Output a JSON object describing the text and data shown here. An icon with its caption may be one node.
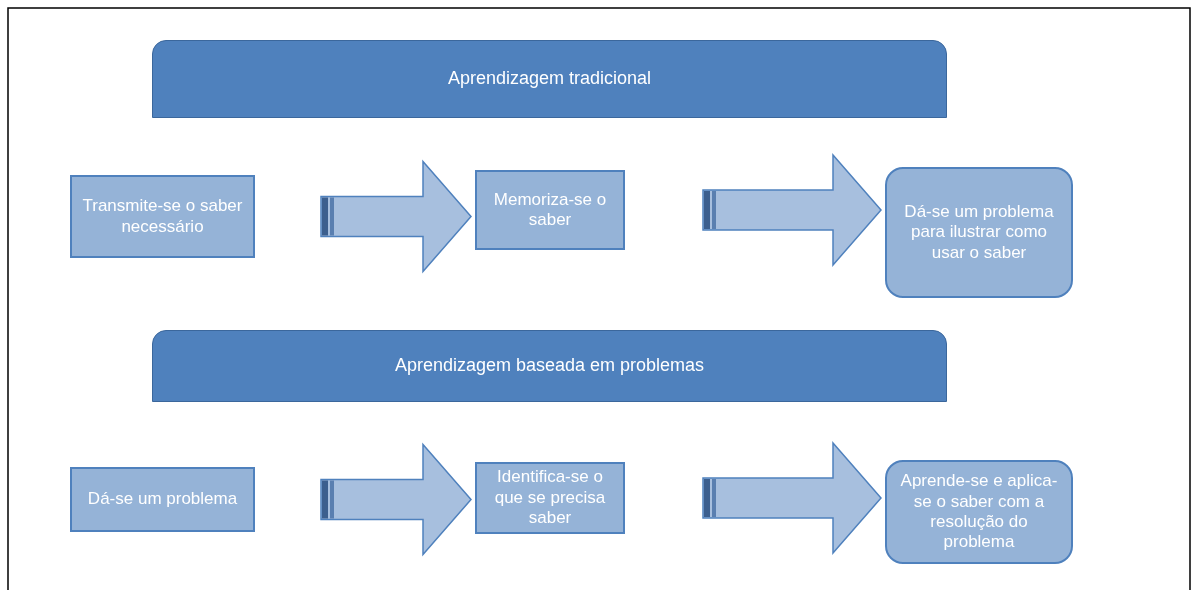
{
  "diagram": {
    "nodes": [
      {
        "text": [
          "Aprendizagem tradicional"
        ]
      },
      {
        "text": [
          "Transmite-se o saber necessário"
        ]
      },
      {
        "text": [
          "Memoriza-se o saber"
        ]
      },
      {
        "text": [
          "Dá-se um problema para ilustrar como usar o saber"
        ]
      },
      {
        "text": [
          "Aprendizagem baseada em problemas"
        ]
      },
      {
        "text": [
          "Dá-se um problema"
        ]
      },
      {
        "text": [
          "Identifica-se o que se precisa saber"
        ]
      },
      {
        "text": [
          "Aprende-se e aplica-se o saber com a resolução do problema"
        ]
      }
    ],
    "edges": [
      {
        "from": 1,
        "to": 2,
        "arrow": "to",
        "style": "thick"
      },
      {
        "from": 2,
        "to": 3,
        "arrow": "to",
        "style": "thick"
      },
      {
        "from": 5,
        "to": 6,
        "arrow": "to",
        "style": "thick"
      },
      {
        "from": 6,
        "to": 7,
        "arrow": "to",
        "style": "thick"
      }
    ]
  }
}
